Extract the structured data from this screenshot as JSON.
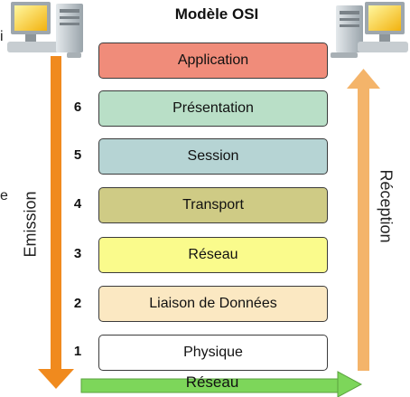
{
  "diagram": {
    "title": "Modèle OSI",
    "left_label": "Emission",
    "right_label": "Réception",
    "network_label": "Réseau",
    "edge_fragments": [
      "i",
      "e"
    ],
    "layers": [
      {
        "num": "",
        "name": "Application",
        "color": "#f08c7a"
      },
      {
        "num": "6",
        "name": "Présentation",
        "color": "#b9dfc7"
      },
      {
        "num": "5",
        "name": "Session",
        "color": "#b6d4d4"
      },
      {
        "num": "4",
        "name": "Transport",
        "color": "#cfcb85"
      },
      {
        "num": "3",
        "name": "Réseau",
        "color": "#fafb8c"
      },
      {
        "num": "2",
        "name": "Liaison de Données",
        "color": "#fbe8c2"
      },
      {
        "num": "1",
        "name": "Physique",
        "color": "#ffffff"
      }
    ],
    "arrow_colors": {
      "emission": "#f08a1e",
      "reception": "#f4b46a",
      "network": "#7dd65a"
    }
  }
}
